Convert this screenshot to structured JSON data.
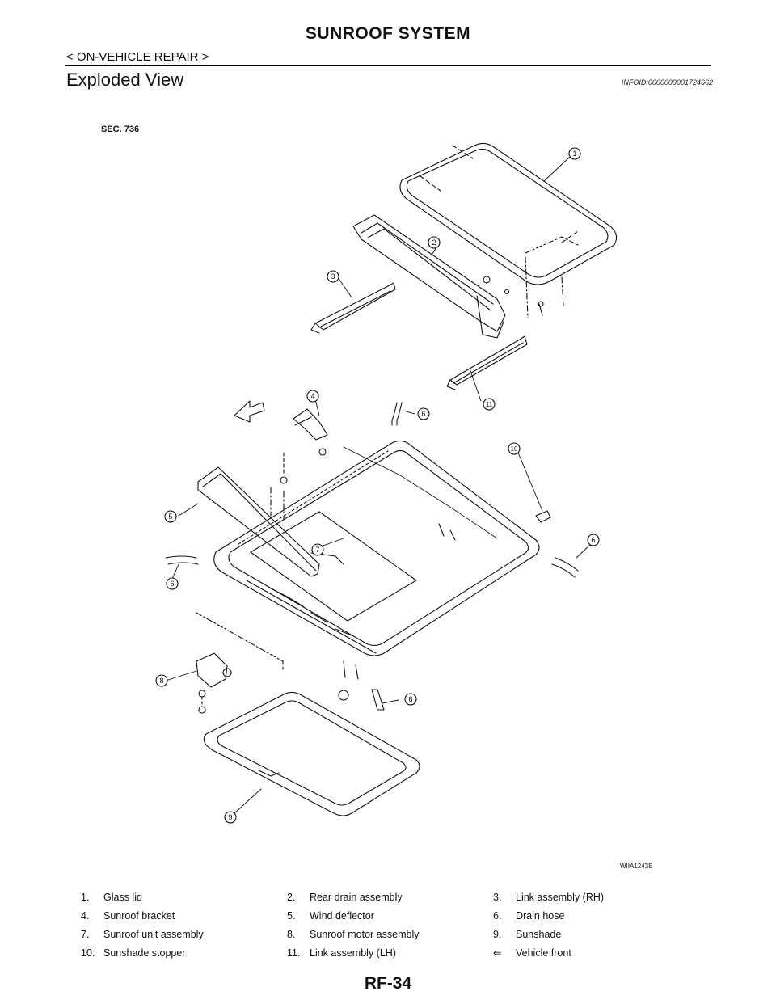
{
  "header": {
    "title": "SUNROOF SYSTEM",
    "subtitle": "< ON-VEHICLE REPAIR >"
  },
  "section": {
    "title": "Exploded View",
    "infoid": "INFOID:0000000001724662"
  },
  "figure": {
    "sec_label": "SEC. 736",
    "code": "WIIA1243E",
    "callouts": [
      "1",
      "2",
      "3",
      "4",
      "5",
      "6",
      "6",
      "6",
      "6",
      "7",
      "8",
      "9",
      "10",
      "11"
    ]
  },
  "legend": [
    {
      "num": "1.",
      "text": "Glass lid"
    },
    {
      "num": "2.",
      "text": "Rear drain assembly"
    },
    {
      "num": "3.",
      "text": "Link assembly (RH)"
    },
    {
      "num": "4.",
      "text": "Sunroof bracket"
    },
    {
      "num": "5.",
      "text": "Wind deflector"
    },
    {
      "num": "6.",
      "text": "Drain hose"
    },
    {
      "num": "7.",
      "text": "Sunroof unit assembly"
    },
    {
      "num": "8.",
      "text": "Sunroof motor assembly"
    },
    {
      "num": "9.",
      "text": "Sunshade"
    },
    {
      "num": "10.",
      "text": "Sunshade stopper"
    },
    {
      "num": "11.",
      "text": "Link assembly (LH)"
    },
    {
      "num": "⇐",
      "text": "Vehicle front"
    }
  ],
  "footer": {
    "page": "RF-34"
  }
}
